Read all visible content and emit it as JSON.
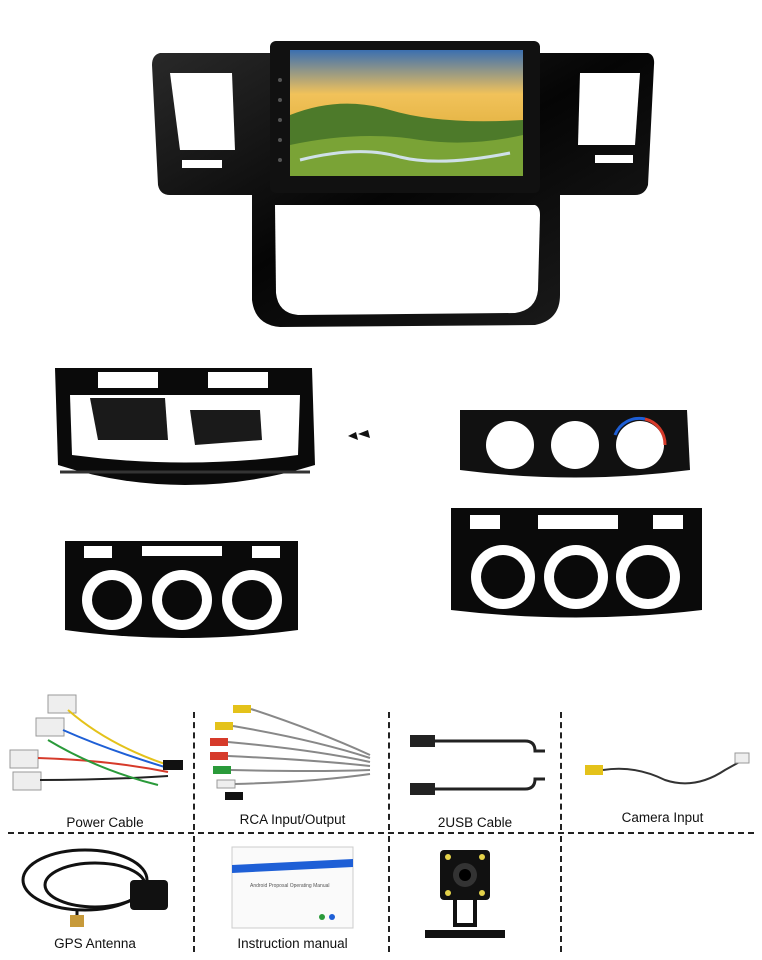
{
  "title": "Car stereo kit package contents",
  "accessories": [
    {
      "label": "Power Cable"
    },
    {
      "label": "RCA Input/Output"
    },
    {
      "label": "2USB Cable"
    },
    {
      "label": "Camera  Input"
    },
    {
      "label": "GPS Antenna"
    },
    {
      "label": "Instruction manual"
    }
  ],
  "manual_cover_text": "Android Proposal Operating Manual",
  "colors": {
    "frame": "#0b0b0b",
    "frame_highlight": "#3a3a3a",
    "divider": "#222222",
    "background": "#ffffff"
  },
  "icons": [
    "head-unit-frame",
    "screen-landscape",
    "trim-panel",
    "climate-panel",
    "screws",
    "power-harness",
    "rca-cable",
    "usb-cable",
    "camera-cable",
    "gps-antenna",
    "manual",
    "rear-camera"
  ]
}
